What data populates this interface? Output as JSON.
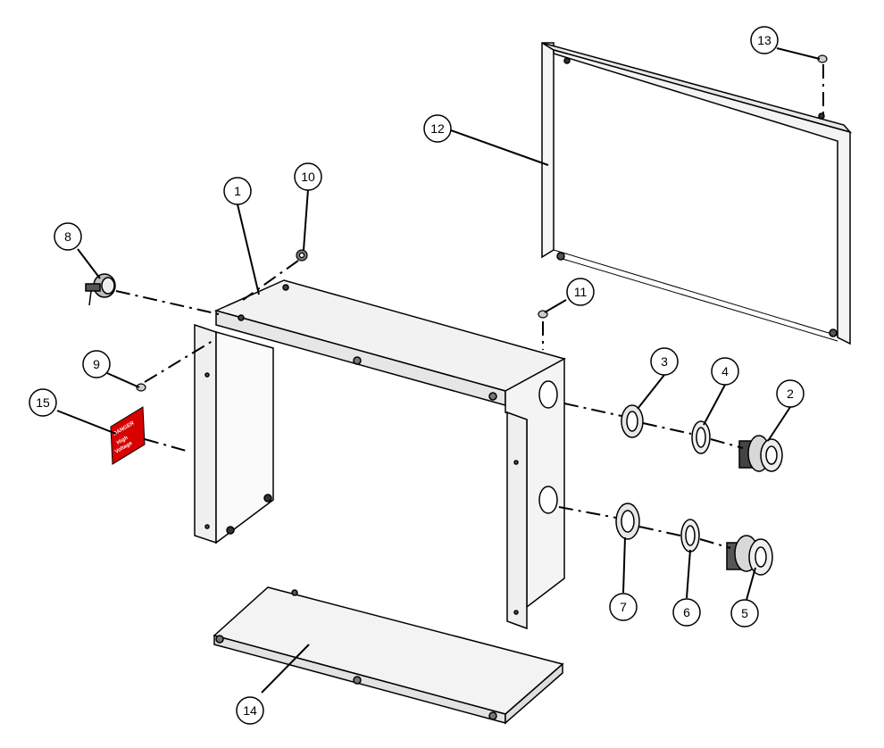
{
  "callouts": [
    {
      "id": "1",
      "label": "1"
    },
    {
      "id": "2",
      "label": "2"
    },
    {
      "id": "3",
      "label": "3"
    },
    {
      "id": "4",
      "label": "4"
    },
    {
      "id": "5",
      "label": "5"
    },
    {
      "id": "6",
      "label": "6"
    },
    {
      "id": "7",
      "label": "7"
    },
    {
      "id": "8",
      "label": "8"
    },
    {
      "id": "9",
      "label": "9"
    },
    {
      "id": "10",
      "label": "10"
    },
    {
      "id": "11",
      "label": "11"
    },
    {
      "id": "12",
      "label": "12"
    },
    {
      "id": "13",
      "label": "13"
    },
    {
      "id": "14",
      "label": "14"
    },
    {
      "id": "15",
      "label": "15"
    }
  ],
  "warning_label": {
    "line1": "DANGER",
    "line2": "High",
    "line3": "Voltage"
  },
  "colors": {
    "line": "#000000",
    "panel_fill": "#ffffff",
    "part_fill": "#eeeeee",
    "label_red": "#d80000"
  }
}
